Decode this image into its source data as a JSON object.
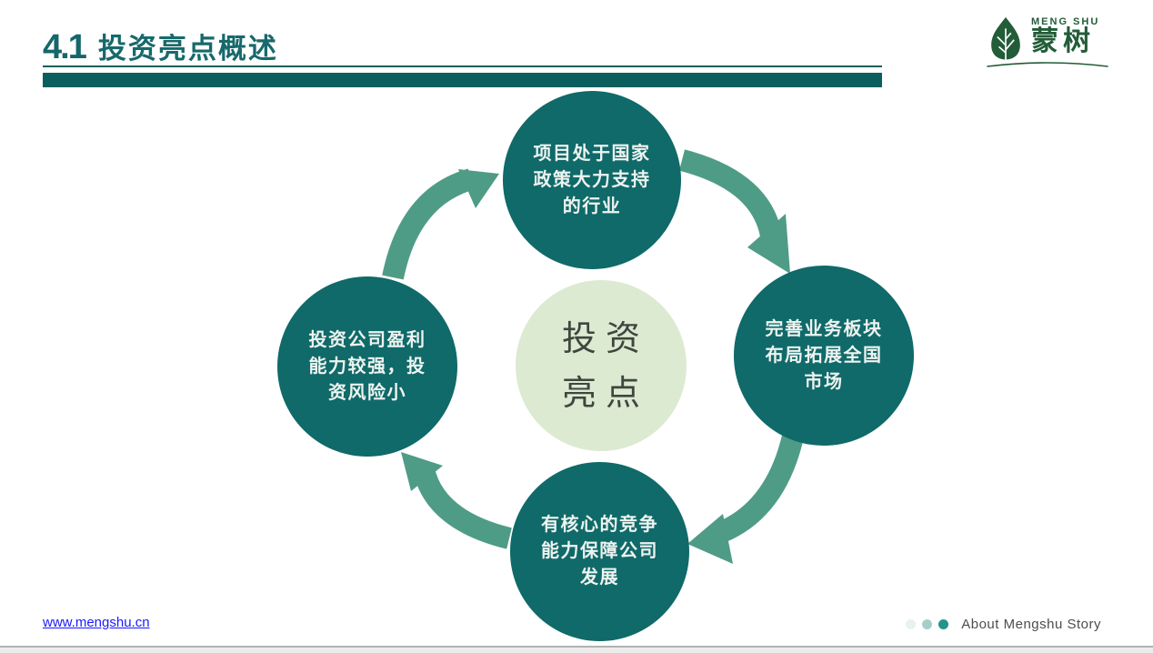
{
  "header": {
    "section_number": "4.1",
    "title": "投资亮点概述"
  },
  "logo": {
    "name_en": "MENG SHU",
    "name_cn": "蒙树"
  },
  "diagram": {
    "center_label": {
      "line1": "投资",
      "line2": "亮点"
    },
    "nodes": {
      "top": {
        "lines": [
          "项目处于国家",
          "政策大力支持",
          "的行业"
        ]
      },
      "right": {
        "lines": [
          "完善业务板块",
          "布局拓展全国",
          "市场"
        ]
      },
      "bottom": {
        "lines": [
          "有核心的竞争",
          "能力保障公司",
          "发展"
        ]
      },
      "left": {
        "lines": [
          "投资公司盈利",
          "能力较强，投",
          "资风险小"
        ]
      }
    }
  },
  "footer": {
    "link_text": "www.mengshu.cn",
    "caption": "About Mengshu Story"
  },
  "colors": {
    "title_teal": "#17696b",
    "bar_teal": "#0b5e5e",
    "node_teal": "#0f6a69",
    "center_light_green": "#dcead2",
    "arrow_green": "#4f9c86",
    "logo_green": "#235c38",
    "link_blue": "#1a1aff"
  }
}
